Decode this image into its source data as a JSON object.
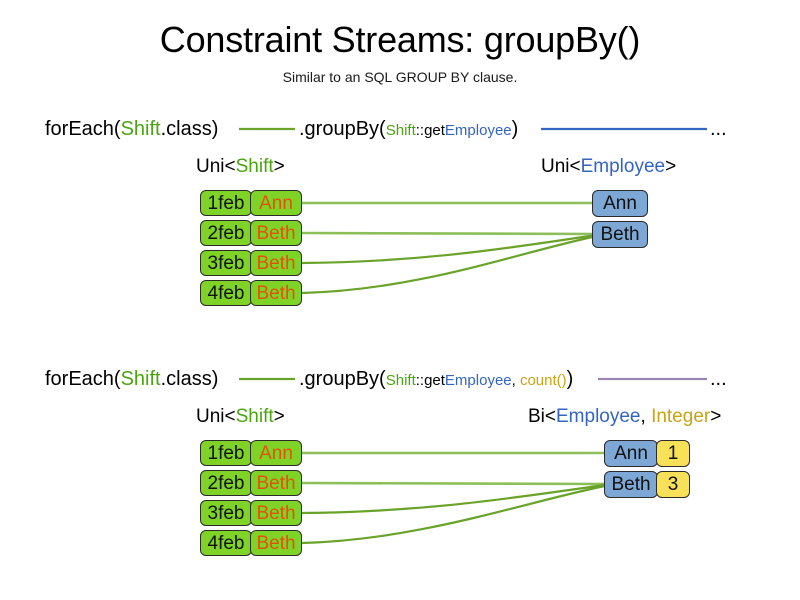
{
  "header": {
    "title": "Constraint Streams: groupBy()",
    "subtitle": "Similar to an SQL GROUP BY clause."
  },
  "colors": {
    "shift_green": "#7fd327",
    "shift_name_text": "#e2520e",
    "employee_blue": "#7da7d4",
    "count_yellow": "#f8e058",
    "token_shift": "#4aa510",
    "token_employee": "#3465c0",
    "token_integer": "#c8a415",
    "edge_green": "#6aa32a",
    "edge_blue": "#3465c0",
    "edge_purple": "#9b86b0",
    "box_border": "#2b2b2b"
  },
  "sections": [
    {
      "id": "section-one",
      "code": {
        "for_each_prefix": "forEach(",
        "for_each_type": "Shift",
        "for_each_suffix": ".class)",
        "group_by_label": ".groupBy(",
        "arg_class": "Shift",
        "arg_sep": "::get",
        "arg_prop": "Employee",
        "arg_close": ")",
        "ellipsis": "..."
      },
      "left_type": {
        "prefix": "Uni<",
        "generic": "Shift",
        "suffix": ">"
      },
      "right_type": {
        "prefix": "Uni<",
        "generic": "Employee",
        "suffix": ">"
      },
      "shifts": [
        {
          "date": "1feb",
          "name": "Ann"
        },
        {
          "date": "2feb",
          "name": "Beth"
        },
        {
          "date": "3feb",
          "name": "Beth"
        },
        {
          "date": "4feb",
          "name": "Beth"
        }
      ],
      "employees": [
        {
          "name": "Ann"
        },
        {
          "name": "Beth"
        }
      ]
    },
    {
      "id": "section-two",
      "code": {
        "for_each_prefix": "forEach(",
        "for_each_type": "Shift",
        "for_each_suffix": ".class)",
        "group_by_label": ".groupBy(",
        "arg_class": "Shift",
        "arg_sep": "::get",
        "arg_prop": "Employee",
        "arg_comma": ", ",
        "arg_collector": "count()",
        "arg_close": ")",
        "ellipsis": "..."
      },
      "left_type": {
        "prefix": "Uni<",
        "generic": "Shift",
        "suffix": ">"
      },
      "right_type": {
        "prefix": "Bi<",
        "generic_a": "Employee",
        "comma": ", ",
        "generic_b": "Integer",
        "suffix": ">"
      },
      "shifts": [
        {
          "date": "1feb",
          "name": "Ann"
        },
        {
          "date": "2feb",
          "name": "Beth"
        },
        {
          "date": "3feb",
          "name": "Beth"
        },
        {
          "date": "4feb",
          "name": "Beth"
        }
      ],
      "groups": [
        {
          "name": "Ann",
          "count": "1"
        },
        {
          "name": "Beth",
          "count": "3"
        }
      ]
    }
  ]
}
